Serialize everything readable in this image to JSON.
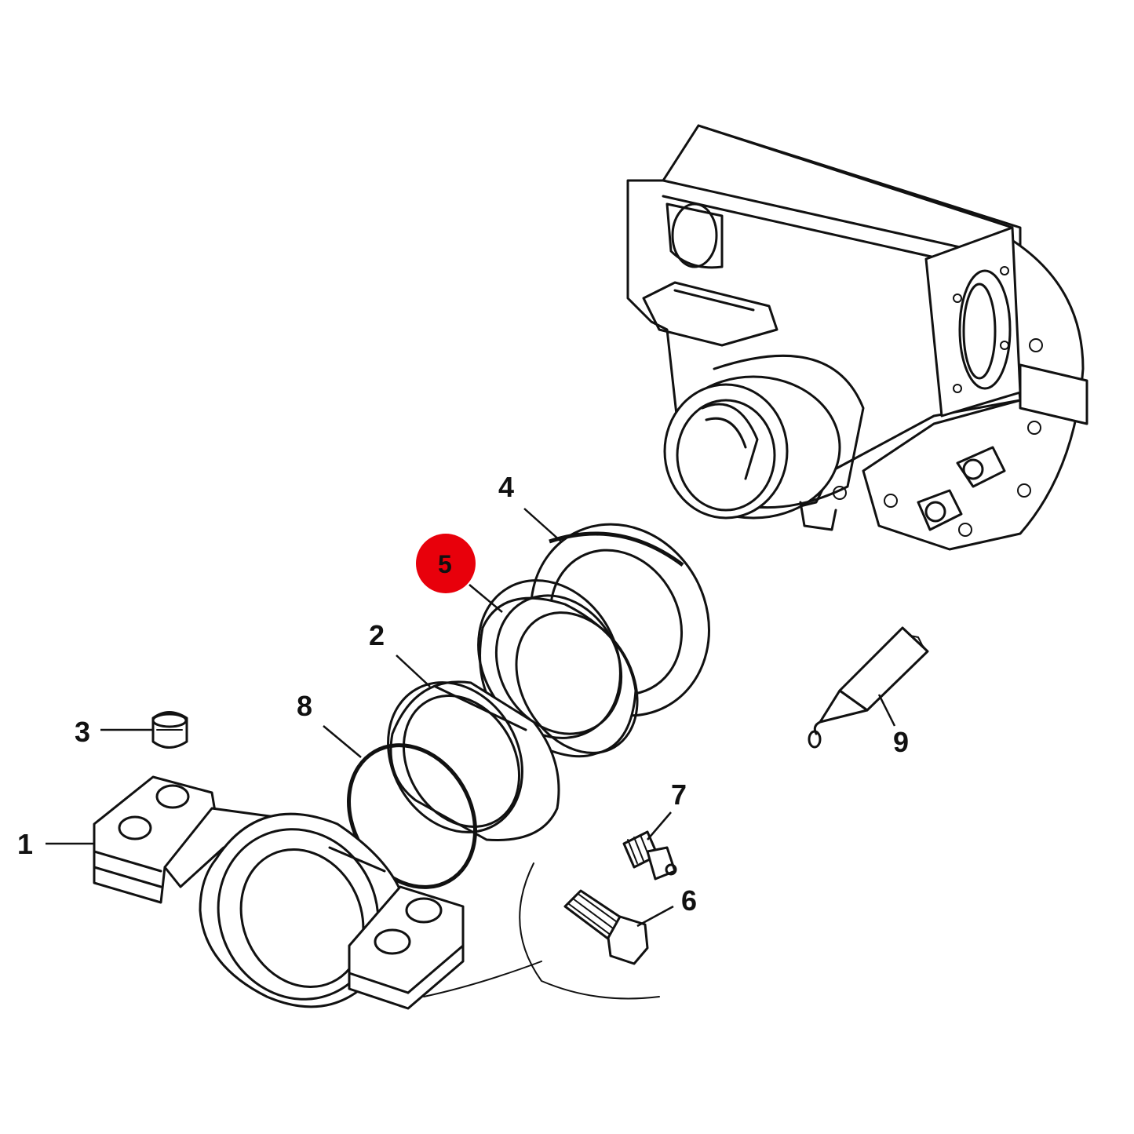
{
  "highlight_color": "#e8000b",
  "callouts": {
    "c1": "1",
    "c2": "2",
    "c3": "3",
    "c4": "4",
    "c5": "5",
    "c6": "6",
    "c7": "7",
    "c8": "8",
    "c9": "9"
  }
}
